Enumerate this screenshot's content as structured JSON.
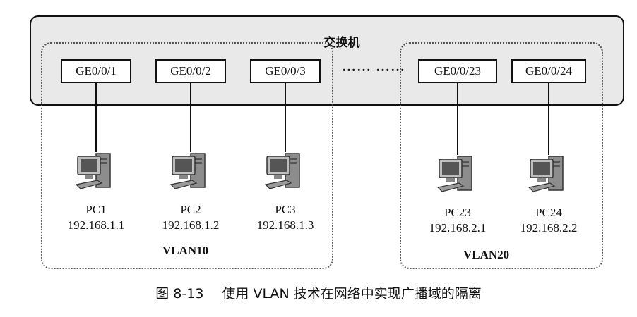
{
  "switch": {
    "label": "交换机"
  },
  "ports": [
    {
      "label": "GE0/0/1"
    },
    {
      "label": "GE0/0/2"
    },
    {
      "label": "GE0/0/3"
    },
    {
      "label": "GE0/0/23"
    },
    {
      "label": "GE0/0/24"
    }
  ],
  "ellipsis": "…… ……",
  "pcs": [
    {
      "name": "PC1",
      "ip": "192.168.1.1"
    },
    {
      "name": "PC2",
      "ip": "192.168.1.2"
    },
    {
      "name": "PC3",
      "ip": "192.168.1.3"
    },
    {
      "name": "PC23",
      "ip": "192.168.2.1"
    },
    {
      "name": "PC24",
      "ip": "192.168.2.2"
    }
  ],
  "vlans": [
    {
      "label": "VLAN10"
    },
    {
      "label": "VLAN20"
    }
  ],
  "caption": {
    "number": "图 8-13",
    "text": "使用 VLAN 技术在网络中实现广播域的隔离"
  },
  "colors": {
    "switch_fill": "#e9e9e9",
    "border": "#111111",
    "dotted": "#555555"
  },
  "icons": {
    "pc": "desktop-computer-icon"
  }
}
